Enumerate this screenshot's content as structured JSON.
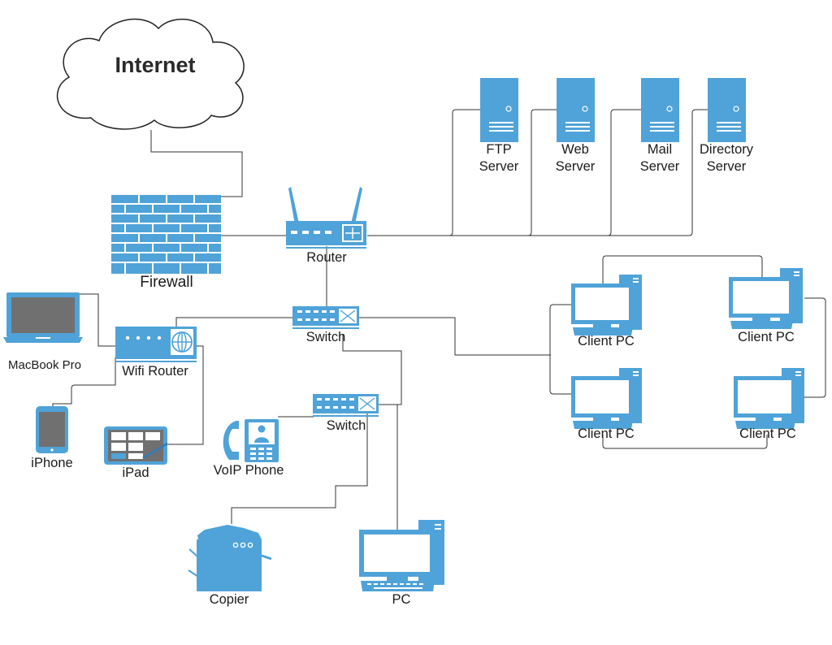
{
  "colors": {
    "device": "#4FA3D8",
    "device_dark": "#2F7DB6",
    "screen": "#ffffff",
    "line": "#333333"
  },
  "internet": {
    "label": "Internet"
  },
  "firewall": {
    "label": "Firewall"
  },
  "router": {
    "label": "Router"
  },
  "switch_main": {
    "label": "Switch"
  },
  "switch_sub": {
    "label": "Switch"
  },
  "wifi_router": {
    "label": "Wifi Router"
  },
  "servers": [
    {
      "line1": "FTP",
      "line2": "Server"
    },
    {
      "line1": "Web",
      "line2": "Server"
    },
    {
      "line1": "Mail",
      "line2": "Server"
    },
    {
      "line1": "Directory",
      "line2": "Server"
    }
  ],
  "client_pcs": [
    {
      "label": "Client PC"
    },
    {
      "label": "Client PC"
    },
    {
      "label": "Client PC"
    },
    {
      "label": "Client PC"
    }
  ],
  "macbook": {
    "label": "MacBook Pro"
  },
  "iphone": {
    "label": "iPhone"
  },
  "ipad": {
    "label": "iPad"
  },
  "voip": {
    "label": "VoIP Phone"
  },
  "copier": {
    "label": "Copier"
  },
  "pc": {
    "label": "PC"
  }
}
